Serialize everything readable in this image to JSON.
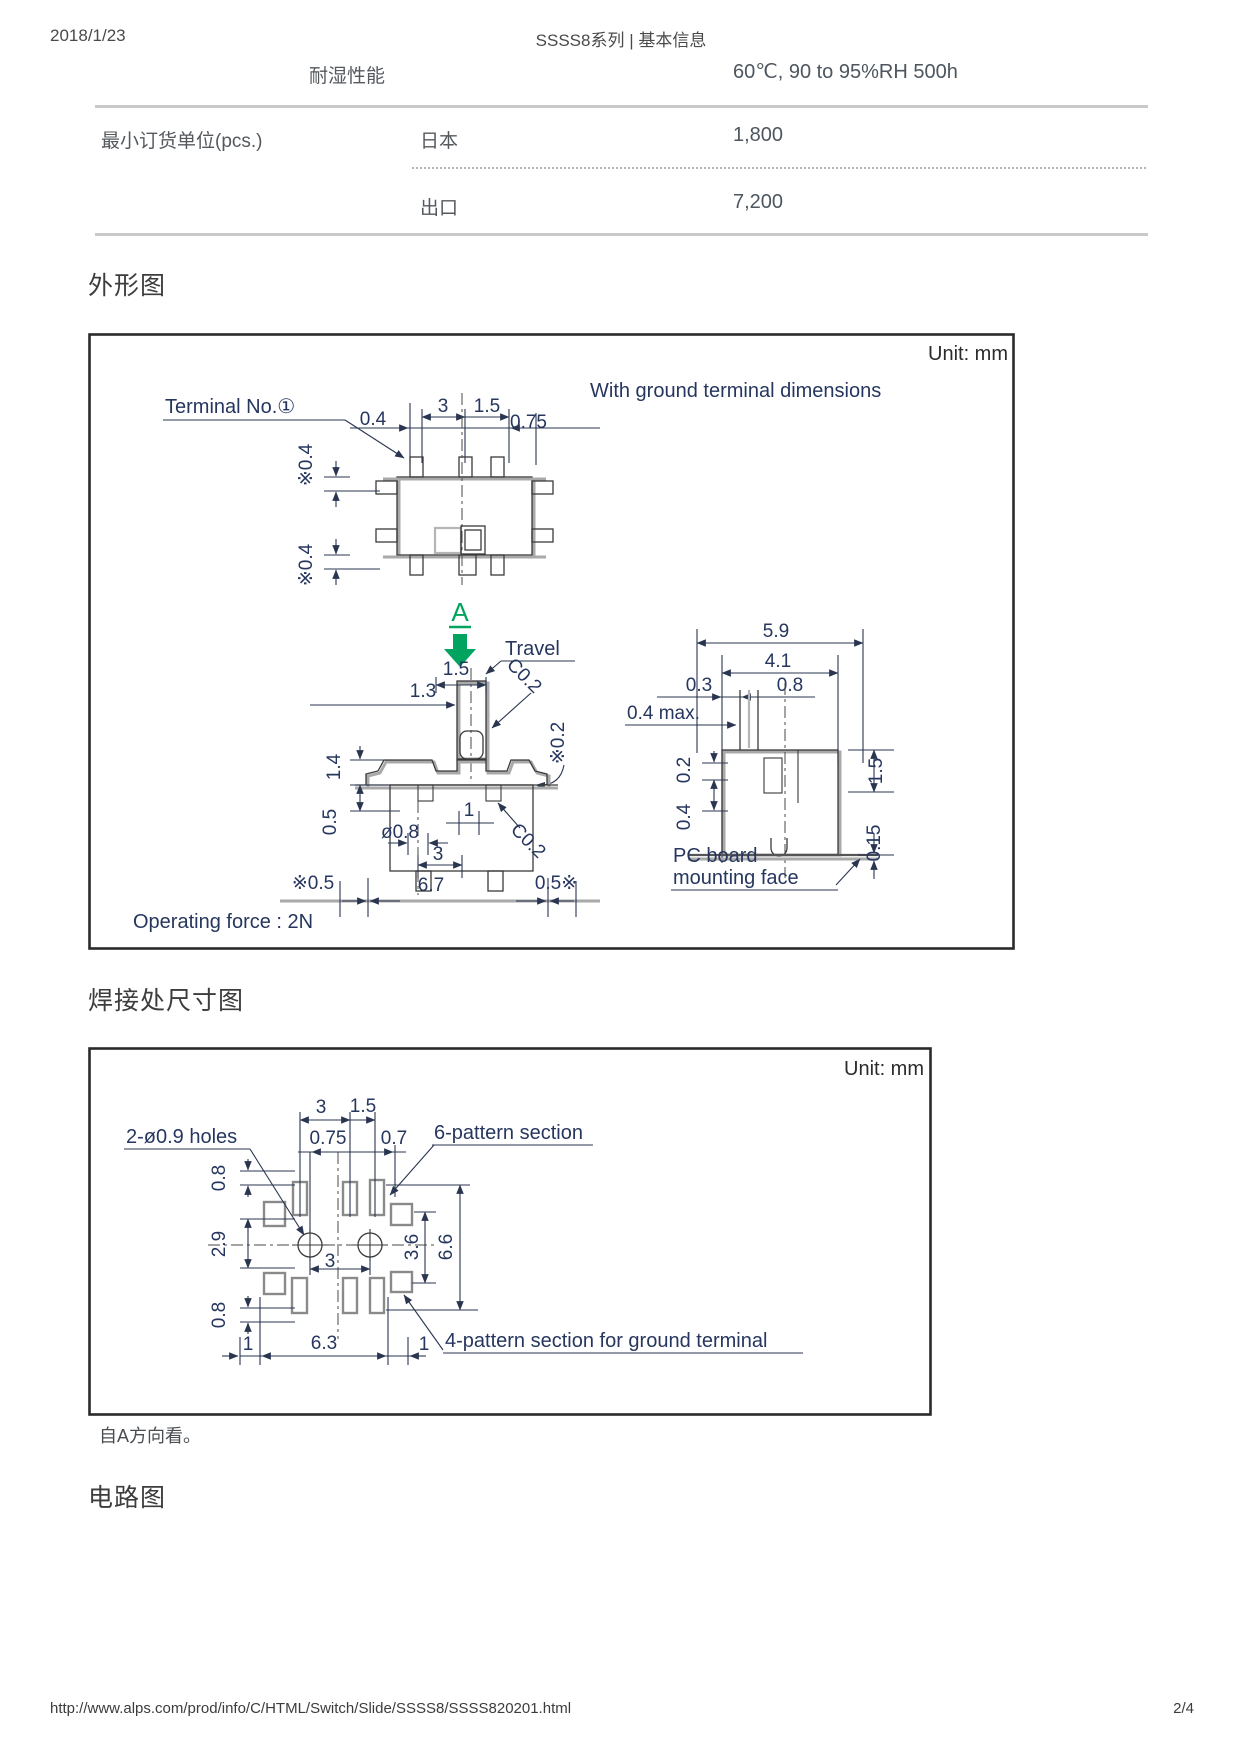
{
  "page": {
    "date": "2018/1/23",
    "title": "SSSS8系列 | 基本信息",
    "footer_url": "http://www.alps.com/prod/info/C/HTML/Switch/Slide/SSSS8/SSSS820201.html",
    "footer_page": "2/4"
  },
  "spec_table": {
    "rows": [
      {
        "label": "耐湿性能",
        "sub": "",
        "value": "60℃, 90 to 95%RH 500h"
      },
      {
        "label": "最小订货单位(pcs.)",
        "sub": "日本",
        "value": "1,800"
      },
      {
        "label": "",
        "sub": "出口",
        "value": "7,200"
      }
    ]
  },
  "sections": {
    "outline_heading": "外形图",
    "solder_heading": "焊接处尺寸图",
    "circuit_heading": "电路图",
    "view_note": "自A方向看。"
  },
  "d1": {
    "unit": "Unit: mm",
    "subtitle": "With ground terminal dimensions",
    "terminal": "Terminal  No.①",
    "dim_04": "0.4",
    "dim_3": "3",
    "dim_15": "1.5",
    "dim_075": "0.75",
    "dim_star04": "※0.4",
    "view_a": "A",
    "travel": "Travel",
    "travel_15": "1.5",
    "dim_13": "1.3",
    "c02_top": "C0.2",
    "star02": "※0.2",
    "dim_14": "1.4",
    "dim_05": "0.5",
    "hole_08": "ø0.8",
    "dim_1": "1",
    "c02_bottom": "C0.2",
    "dim_3b": "3",
    "dim_67": "6.7",
    "star05_left": "※0.5",
    "star05_right": "0.5※",
    "op_force": "Operating  force : 2N",
    "dim_59": "5.9",
    "dim_41": "4.1",
    "dim_03": "0.3",
    "dim_08": "0.8",
    "dim_04max": "0.4 max.",
    "dim_02v": "0.2",
    "dim_04v": "0.4",
    "dim_15v": "1.5",
    "dim_015": "0.15",
    "pc_board_1": "PC board",
    "pc_board_2": "mounting  face"
  },
  "d2": {
    "unit": "Unit: mm",
    "holes": "2-ø0.9 holes",
    "pattern6": "6-pattern section",
    "pattern4": "4-pattern section for ground terminal",
    "dim_3": "3",
    "dim_15": "1.5",
    "dim_075": "0.75",
    "dim_07": "0.7",
    "dim_08t": "0.8",
    "dim_29": "2.9",
    "dim_08b": "0.8",
    "dim_3h": "3",
    "dim_36": "3.6",
    "dim_66": "6.6",
    "dim_1l": "1",
    "dim_63": "6.3",
    "dim_1r": "1"
  }
}
